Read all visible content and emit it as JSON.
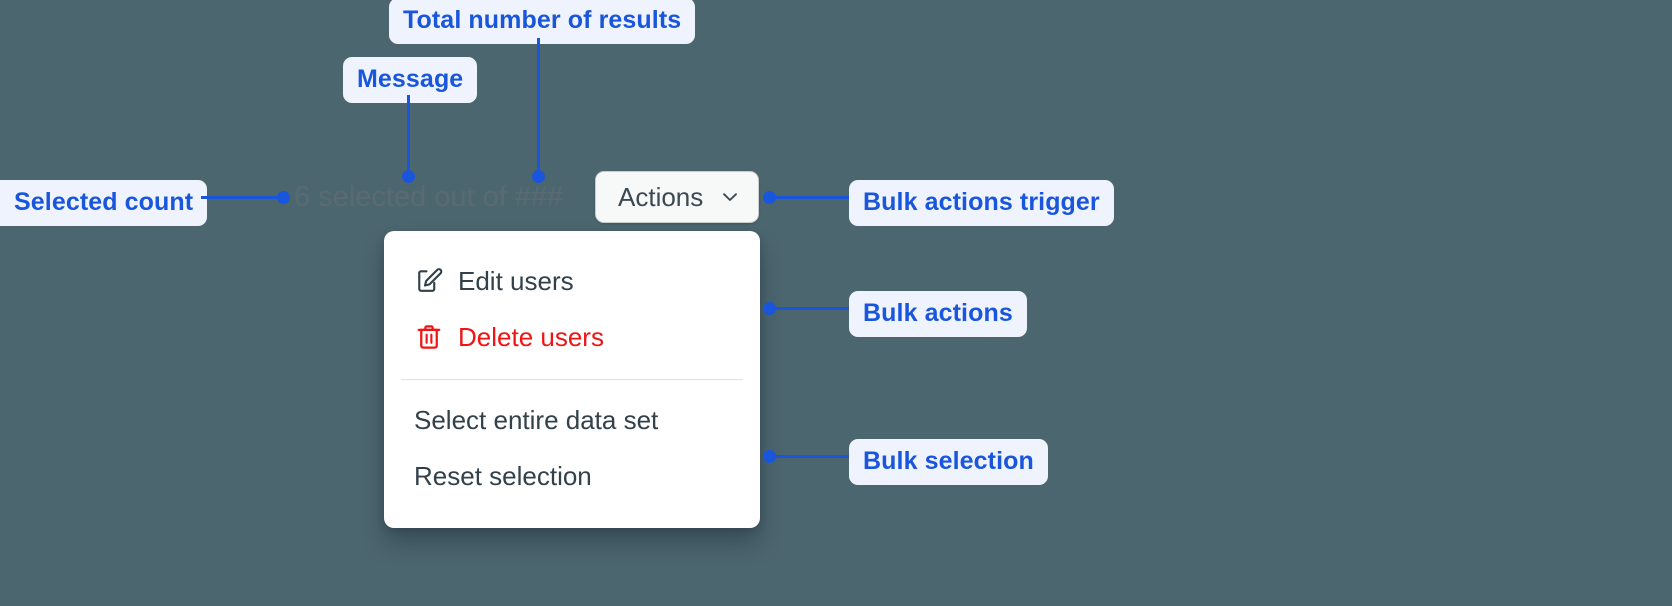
{
  "background_color": "#4c6670",
  "accent_color": "#1a56db",
  "annotations": [
    {
      "id": "total-results",
      "label": "Total number of results"
    },
    {
      "id": "message",
      "label": "Message"
    },
    {
      "id": "selected-count",
      "label": "Selected count"
    },
    {
      "id": "bulk-trigger",
      "label": "Bulk actions trigger"
    },
    {
      "id": "bulk-actions",
      "label": "Bulk actions"
    },
    {
      "id": "bulk-selection",
      "label": "Bulk selection"
    }
  ],
  "selection_bar": {
    "count": "6",
    "message_text": "6 selected out of",
    "total_results": "###",
    "full_text": "6 selected out of ###"
  },
  "actions_trigger": {
    "label": "Actions",
    "icon": "chevron-down-icon",
    "expanded": "true"
  },
  "actions_menu": {
    "bulk_actions": [
      {
        "label": "Edit users",
        "icon": "pencil-square-icon",
        "tone": "default"
      },
      {
        "label": "Delete users",
        "icon": "trash-icon",
        "tone": "danger"
      }
    ],
    "bulk_selection": [
      {
        "label": "Select entire data set",
        "icon": "",
        "tone": "default"
      },
      {
        "label": "Reset selection",
        "icon": "",
        "tone": "default"
      }
    ]
  }
}
